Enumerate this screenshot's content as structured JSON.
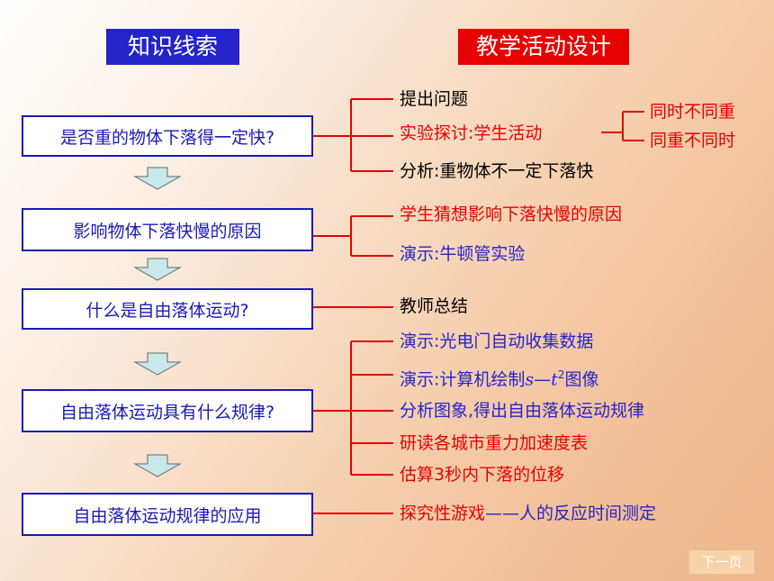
{
  "headers": {
    "left": "知识线索",
    "right": "教学活动设计"
  },
  "knowledge_boxes": [
    "是否重的物体下落得一定快?",
    "影响物体下落快慢的原因",
    "什么是自由落体运动?",
    "自由落体运动具有什么规律?",
    "自由落体运动规律的应用"
  ],
  "activities": {
    "group1": {
      "item1": "提出问题",
      "item2": "实验探讨:学生活动",
      "item3": "分析:重物体不一定下落快",
      "sub1": "同时不同重",
      "sub2": "同重不同时"
    },
    "group2": {
      "item1": "学生猜想影响下落快慢的原因",
      "item2": "演示:牛顿管实验"
    },
    "group3": {
      "item1": "教师总结"
    },
    "group4": {
      "item1": "演示:光电门自动收集数据",
      "item2_prefix": "演示:计算机绘制",
      "item2_s": "s",
      "item2_dash": "—",
      "item2_t": "t",
      "item2_sup": "2",
      "item2_suffix": "图像",
      "item3": "分析图象,得出自由落体运动规律",
      "item4": "研读各城市重力加速度表",
      "item5": "估算3秒内下落的位移"
    },
    "group5": {
      "item1_red": "探究性游戏",
      "item1_blue": "——人的反应时间测定"
    }
  },
  "nav": {
    "next": "下一页"
  },
  "colors": {
    "header_left_bg": "#2424c8",
    "header_right_bg": "#e60000",
    "box_border": "#1a1ab8",
    "connector": "#e60000",
    "arrow_fill": "#c9e8ea"
  }
}
